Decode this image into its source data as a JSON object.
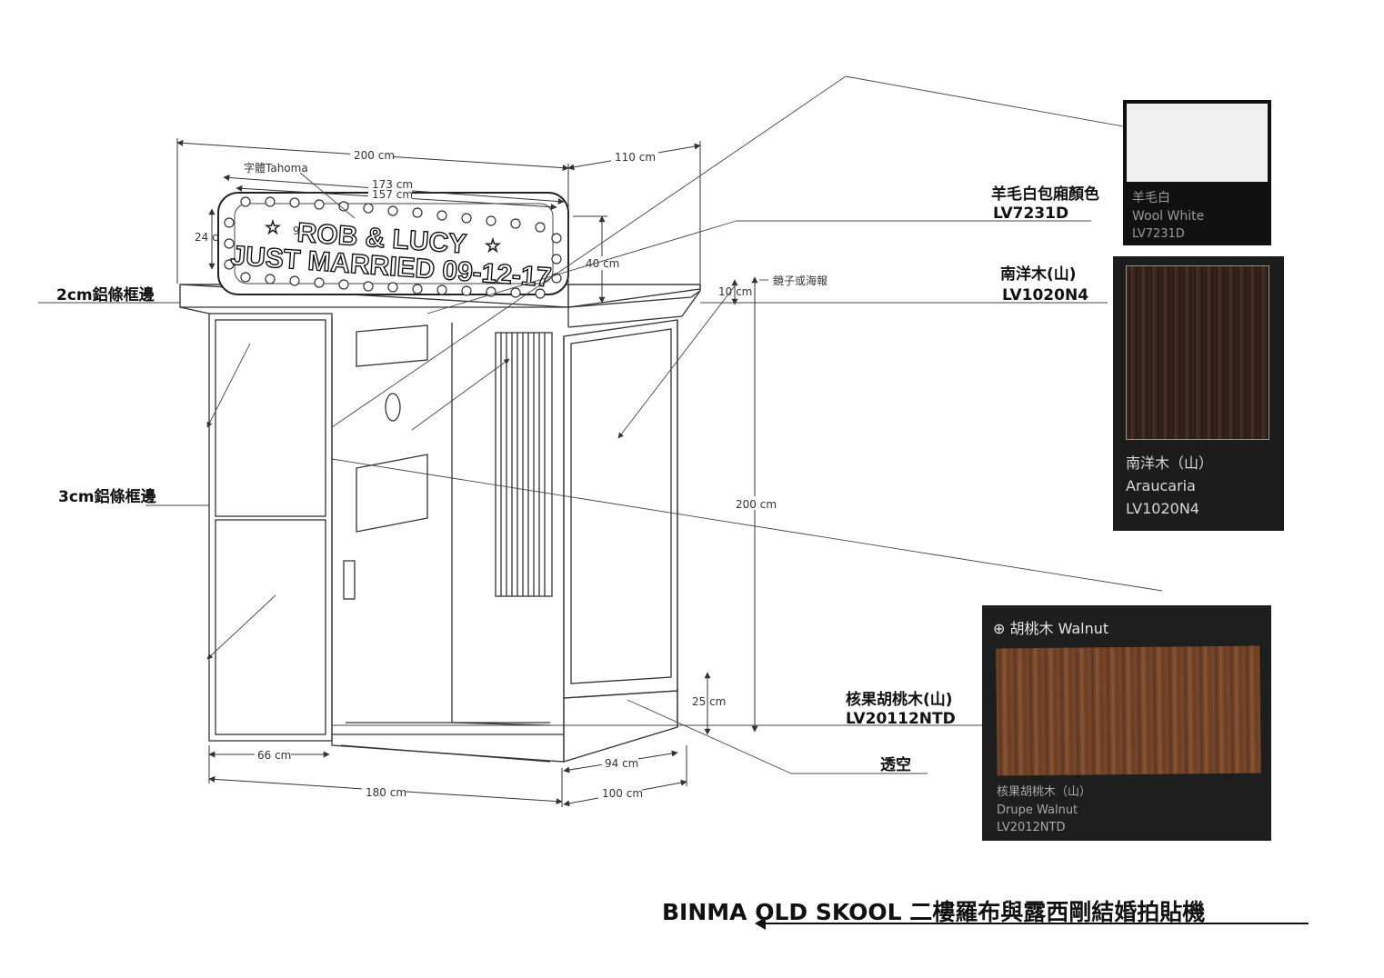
{
  "title": "BINMA OLD SKOOL 二樓羅布與露西剛結婚拍貼機",
  "sign": {
    "line1": "ROB & LUCY",
    "line2": "JUST MARRIED 09-12-17",
    "font_note": "字體Tahoma"
  },
  "dimensions": {
    "width_top": "200 cm",
    "depth_top": "110 cm",
    "sign_outer": "173 cm",
    "sign_inner": "157 cm",
    "sign_height": "24 c",
    "sign_small": "9",
    "sign_to_roof": "40 cm",
    "roof_thickness": "10 cm",
    "total_height": "200 cm",
    "base_height": "25 cm",
    "left_panel": "66 cm",
    "front_width": "180 cm",
    "side_inner": "94 cm",
    "side_width": "100 cm"
  },
  "callouts": {
    "frame_2cm": "2cm鋁條框邊",
    "frame_3cm": "3cm鋁條框邊",
    "mirror_poster": "鏡子或海報",
    "wool_white_name": "羊毛白包廂顏色",
    "wool_white_code": "LV7231D",
    "araucaria_name": "南洋木(山)",
    "araucaria_code": "LV1020N4",
    "walnut_name": "核果胡桃木(山)",
    "walnut_code": "LV20112NTD",
    "hollow": "透空"
  },
  "swatches": {
    "wool": {
      "line1": "羊毛白",
      "line2": "Wool White",
      "line3": "LV7231D",
      "color": "#f1f0ee"
    },
    "araucaria": {
      "line1": "南洋木（山）",
      "line2": "Araucaria",
      "line3": "LV1020N4",
      "color": "#3a2720"
    },
    "walnut": {
      "header": "⊕ 胡桃木 Walnut",
      "line1": "核果胡桃木（山）",
      "line2": "Drupe Walnut",
      "line3": "LV2012NTD",
      "color": "#6e4126"
    }
  }
}
